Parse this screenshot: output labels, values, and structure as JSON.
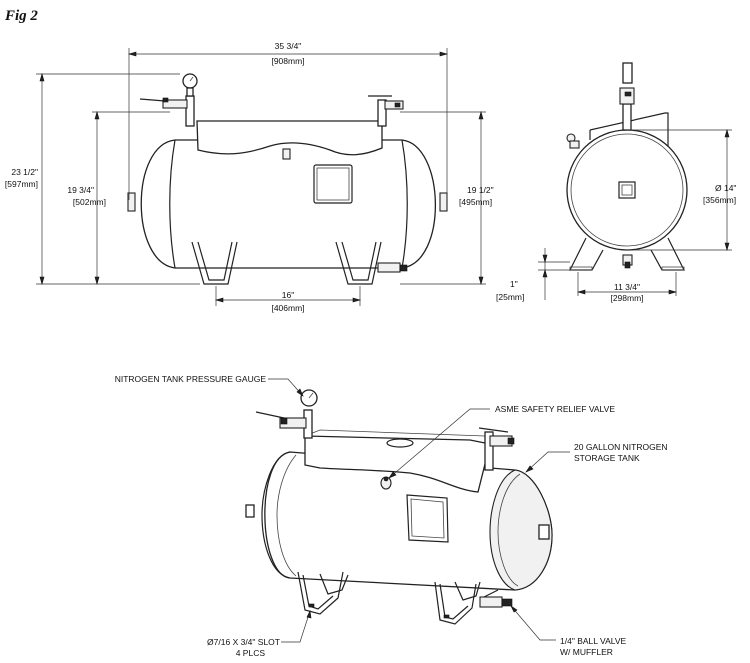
{
  "figure": {
    "title": "Fig 2"
  },
  "front_view": {
    "overall_length": {
      "imperial": "35 3/4\"",
      "metric": "[908mm]"
    },
    "overall_height": {
      "imperial": "23 1/2\"",
      "metric": "[597mm]"
    },
    "left_height": {
      "imperial": "19 3/4\"",
      "metric": "[502mm]"
    },
    "right_height": {
      "imperial": "19 1/2\"",
      "metric": "[495mm]"
    },
    "leg_spacing": {
      "imperial": "16\"",
      "metric": "[406mm]"
    }
  },
  "side_view": {
    "diameter": {
      "imperial": "Ø 14\"",
      "metric": "[356mm]"
    },
    "foot_height": {
      "imperial": "1\"",
      "metric": "[25mm]"
    },
    "foot_spacing": {
      "imperial": "11 3/4\"",
      "metric": "[298mm]"
    }
  },
  "callouts": {
    "gauge": "NITROGEN TANK PRESSURE GAUGE",
    "relief_valve": "ASME SAFETY RELIEF VALVE",
    "tank_line1": "20 GALLON NITROGEN",
    "tank_line2": "STORAGE TANK",
    "slot_line1": "Ø7/16 X 3/4\" SLOT",
    "slot_line2": "4 PLCS",
    "ball_valve_line1": "1/4\" BALL VALVE",
    "ball_valve_line2": "W/ MUFFLER"
  }
}
